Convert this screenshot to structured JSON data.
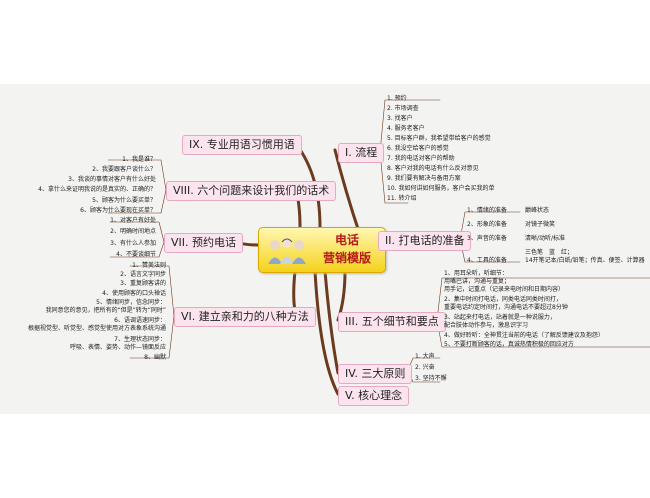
{
  "center": {
    "line1": "电话",
    "line2": "营销模版"
  },
  "branches": {
    "b1": {
      "label": "I. 流程",
      "items": [
        "1. 预约",
        "2. 市场调查",
        "3. 找客户",
        "4. 服务老客户",
        "5. 目标客户群，我希望带给客户的感觉",
        "6. 我没空给客户的感觉",
        "7. 我的电话对客户的帮助",
        "8. 客户对我的电话有什么反对意见",
        "9. 我们要有解决与备用方案",
        "10. 我如何讲如何服务，客户会买我的单",
        "11. 转介绍"
      ]
    },
    "b2": {
      "label": "II. 打电话的准备",
      "items": [
        "1、情绪的准备",
        "2、形象的准备",
        "3、声音的准备",
        "4、工具的准备"
      ],
      "notes": [
        "巅峰状态",
        "对镜子微笑",
        "清晰/动听/标准",
        "三色笔　蓝　红；",
        "14开笔记本/白纸/铅笔；传真、便签、计算器"
      ]
    },
    "b3": {
      "label": "III. 五个细节和要点",
      "items": [
        "1、用耳朵听，听细节：",
        "用嘴巴讲，沟通与重复；",
        "用手记，记重点（记录来电时间和日期内容）",
        "2、集中时间打电话，同类电话同类时间打，",
        "重要电话约定时间打，沟通电话不要超过8分钟",
        "3、站起来打电话，站着就是一种说服力，",
        "配合肢体动作参与，激息识字习",
        "4、做好聆听：全神贯注当前的电话（了解反馈建议及抱怨）",
        "5、不要打断顾客的话，真诚热情积极的回应对方"
      ]
    },
    "b4": {
      "label": "IV. 三大原则",
      "items": [
        "1. 大声",
        "2. 兴奋",
        "3. 坚持不懈"
      ]
    },
    "b5": {
      "label": "V. 核心理念",
      "items": []
    },
    "b6": {
      "label": "VI. 建立亲和力的八种方法",
      "items": [
        "1、赞美法则",
        "2、语言文字同步",
        "3、重复顾客讲的",
        "4、使用顾客的口头禅话",
        "5、情绪同步，信念同步：",
        "我同意您的意见，把所有的“但是”转为“同时”",
        "6、语调语速同步：",
        "根据视觉型、听觉型、感觉型使用对方表象系统沟通",
        "7、生理状态同步：",
        "呼吸、表情、姿势、动作—镜面反应",
        "8、幽默"
      ]
    },
    "b7": {
      "label": "VII. 预约电话",
      "items": [
        "1、对客户有好处",
        "2、明确时间地点",
        "3、有什么人参加",
        "4、不要谈细节"
      ]
    },
    "b8": {
      "label": "VIII. 六个问题来设计我们的话术",
      "items": [
        "1、我是谁？",
        "2、我要跟客户谈什么？",
        "3、我谈的事情对客户有什么好处",
        "4、拿什么来证明我说的是真实的、正确的？",
        "5、顾客为什么要买单？",
        "6、顾客为什么要现在买单？"
      ]
    },
    "b9": {
      "label": "IX. 专业用语习惯用语",
      "items": []
    }
  },
  "colors": {
    "branch_fill": "#fbe4ee",
    "branch_border": "#e7a9c2",
    "connector": "#6b3a1f",
    "center_fill": "#f5d21c",
    "title_red": "#b51a1a"
  },
  "icons": {
    "center": "call-center-people-icon"
  }
}
